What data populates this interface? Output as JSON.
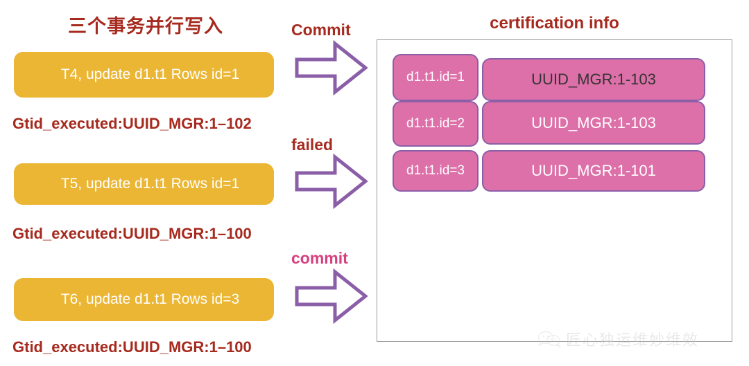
{
  "left": {
    "title": "三个事务并行写入",
    "transactions": [
      {
        "box_label": "T4, update d1.t1 Rows id=1",
        "gtid": "Gtid_executed:UUID_MGR:1–102"
      },
      {
        "box_label": "T5, update d1.t1 Rows id=1",
        "gtid": "Gtid_executed:UUID_MGR:1–100"
      },
      {
        "box_label": "T6, update d1.t1 Rows id=3",
        "gtid": "Gtid_executed:UUID_MGR:1–100"
      }
    ]
  },
  "arrows": [
    {
      "label": "Commit",
      "color": "#A62A1E",
      "icon": "right-block-arrow-icon"
    },
    {
      "label": "failed",
      "color": "#A62A1E",
      "icon": "right-block-arrow-icon"
    },
    {
      "label": "commit",
      "color": "#D6407F",
      "icon": "right-block-arrow-icon"
    }
  ],
  "panel": {
    "title": "certification info",
    "rows": [
      {
        "key": "d1.t1.id=1",
        "value": "UUID_MGR:1-103",
        "value_text_style": "dark"
      },
      {
        "key": "d1.t1.id=2",
        "value": "UUID_MGR:1-103",
        "value_text_style": "light"
      },
      {
        "key": "d1.t1.id=3",
        "value": "UUID_MGR:1-101",
        "value_text_style": "light"
      }
    ]
  },
  "watermark": {
    "text": "匠心独运维妙维效",
    "icon": "wechat-icon"
  },
  "colors": {
    "title_red": "#A62A1E",
    "box_yellow": "#EBB634",
    "cell_pink": "#DD70A8",
    "outline_purple": "#8B5EA8",
    "accent_magenta": "#D6407F"
  }
}
